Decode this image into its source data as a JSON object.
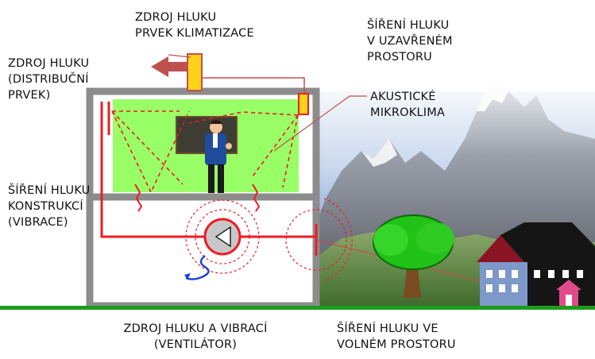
{
  "labels": {
    "source_ac": "ZDROJ HLUKU\nPRVEK KLIMATIZACE",
    "source_distribution": "ZDROJ HLUKU\n(DISTRIBUČNÍ\nPRVEK)",
    "spread_enclosed": "ŠÍŘENÍ HLUKU\nV UZAVŘENÉM\nPROSTORU",
    "acoustic_microclimate": "AKUSTICKÉ\nMIKROKLIMA",
    "spread_structure": "ŠÍŘENÍ HLUKU\nKONSTRUKCÍ\n(VIBRACE)",
    "source_fan": "ZDROJ HLUKU A VIBRACÍ\n(VENTILÁTOR)",
    "spread_open": "ŠÍŘENÍ HLUKU VE\nVOLNÉM PROSTORU"
  },
  "colors": {
    "duct_red": "#ee1c25",
    "room_green": "#99ff66",
    "ground_green": "#1e9b1e",
    "unit_yellow": "#ffd21a",
    "arrow_red": "#c0504d",
    "building_gray": "#bdbdbd",
    "sky_blue": "#5d86c9"
  },
  "icons": {
    "fan": "fan-icon",
    "tree": "tree-icon",
    "house": "house-icon",
    "person": "speaker-person-icon",
    "mountains": "mountains-icon"
  }
}
